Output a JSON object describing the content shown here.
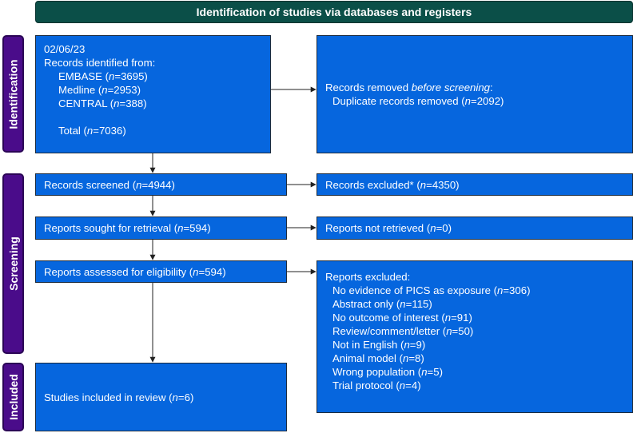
{
  "header": {
    "title": "Identification of studies via databases and registers"
  },
  "phases": {
    "identification": "Identification",
    "screening": "Screening",
    "included": "Included"
  },
  "identified": {
    "date": "02/06/23",
    "intro": "Records identified from:",
    "sources": [
      {
        "name": "EMBASE",
        "n": "3695"
      },
      {
        "name": "Medline",
        "n": "2953"
      },
      {
        "name": "CENTRAL",
        "n": "388"
      }
    ],
    "total_label": "Total",
    "total_n": "7036"
  },
  "removed": {
    "title_prefix": "Records removed ",
    "title_em": "before screening",
    "title_suffix": ":",
    "duplicate_label": "Duplicate records removed",
    "duplicate_n": "2092"
  },
  "screened": {
    "label": "Records screened",
    "n": "4944"
  },
  "excluded": {
    "label": "Records excluded*",
    "n": "4350"
  },
  "sought": {
    "label": "Reports sought for retrieval",
    "n": "594"
  },
  "not_retrieved": {
    "label": "Reports not retrieved",
    "n": "0"
  },
  "assessed": {
    "label": "Reports assessed for eligibility",
    "n": "594"
  },
  "reports_excluded": {
    "title": "Reports excluded:",
    "reasons": [
      {
        "label": "No evidence of PICS as exposure",
        "n": "306"
      },
      {
        "label": "Abstract only",
        "n": "115"
      },
      {
        "label": "No outcome of interest",
        "n": "91"
      },
      {
        "label": "Review/comment/letter",
        "n": "50"
      },
      {
        "label": "Not in English",
        "n": "9"
      },
      {
        "label": "Animal model",
        "n": "8"
      },
      {
        "label": "Wrong population",
        "n": "5"
      },
      {
        "label": "Trial protocol",
        "n": "4"
      }
    ]
  },
  "included": {
    "label": "Studies included in review",
    "n": "6"
  },
  "colors": {
    "box": "#0666de",
    "header": "#0b4f48",
    "phase": "#4a0c8a"
  }
}
